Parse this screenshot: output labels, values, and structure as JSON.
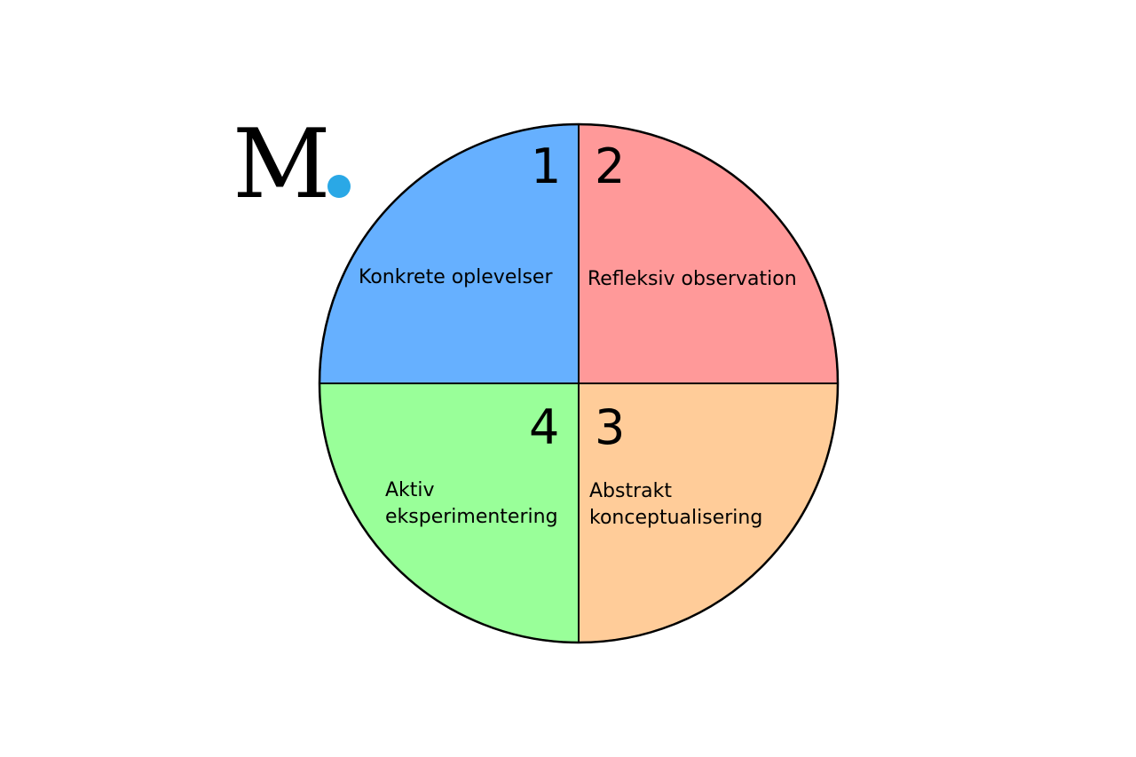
{
  "logo": {
    "letter": "M",
    "dot_color": "#2aa8e6"
  },
  "quadrants": [
    {
      "number": "1",
      "label_lines": [
        "Konkrete oplevelser"
      ],
      "color": "#66b0ff"
    },
    {
      "number": "2",
      "label_lines": [
        "Refleksiv observation"
      ],
      "color": "#ff9999"
    },
    {
      "number": "3",
      "label_lines": [
        "Abstrakt",
        "konceptualisering"
      ],
      "color": "#ffcc99"
    },
    {
      "number": "4",
      "label_lines": [
        "Aktiv",
        "eksperimentering"
      ],
      "color": "#99ff99"
    }
  ]
}
